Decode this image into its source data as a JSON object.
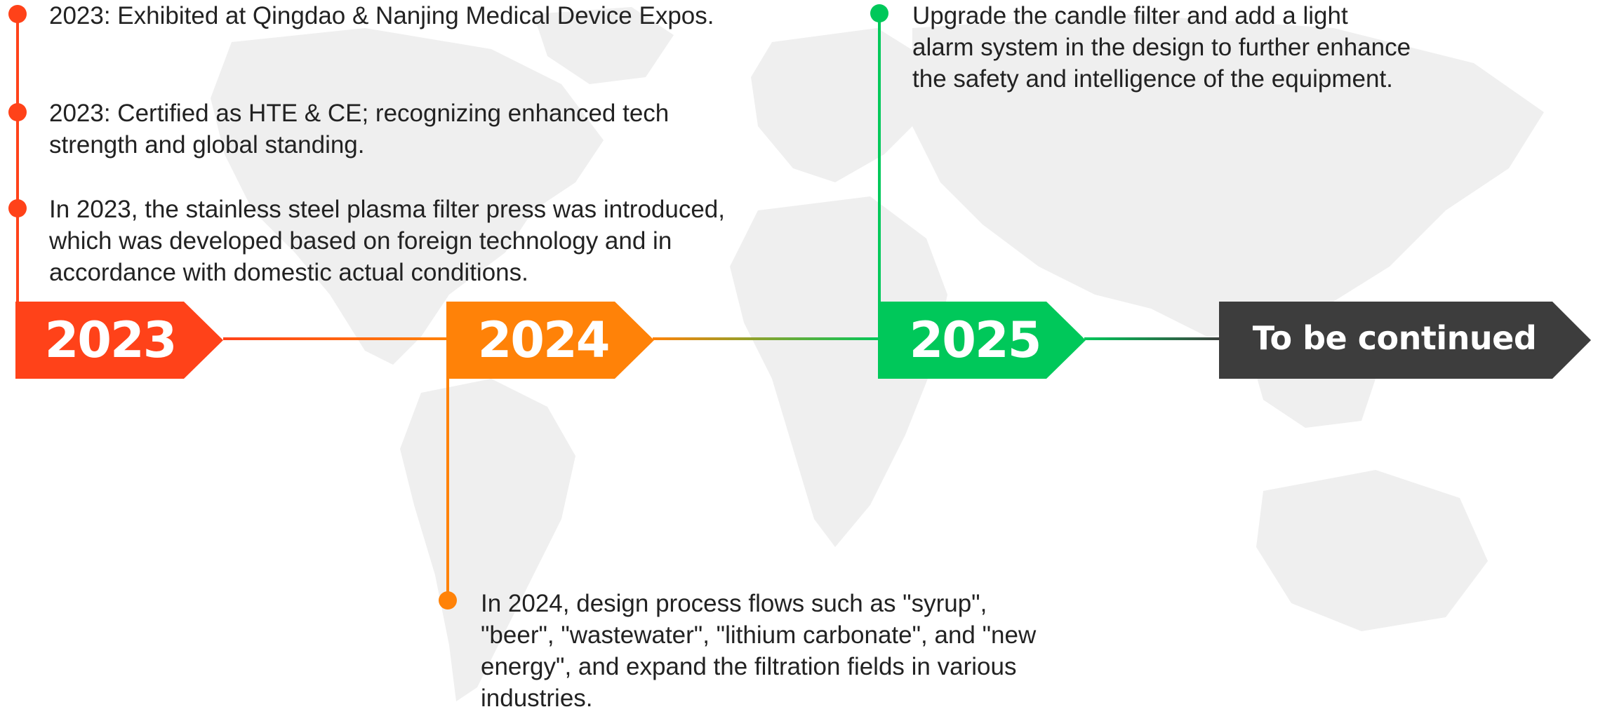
{
  "timeline": {
    "years": [
      {
        "label": "2023",
        "color": "#ff4219"
      },
      {
        "label": "2024",
        "color": "#ff8208"
      },
      {
        "label": "2025",
        "color": "#00c85a"
      },
      {
        "label": "To be continued",
        "color": "#3d3d3d"
      }
    ],
    "events_2023": [
      {
        "text": "2023: Exhibited at Qingdao & Nanjing Medical Device Expos."
      },
      {
        "text": "2023: Certified as HTE & CE; recognizing enhanced tech\nstrength and global standing."
      },
      {
        "text": "In 2023, the stainless steel plasma filter press was introduced,\nwhich was developed based on foreign technology and in\naccordance with domestic actual conditions."
      }
    ],
    "events_2024": [
      {
        "text": "In 2024, design process flows such as \"syrup\",\n\"beer\", \"wastewater\", \"lithium carbonate\", and \"new\nenergy\", and expand the filtration fields in various\nindustries."
      }
    ],
    "events_2025": [
      {
        "text": "Upgrade the candle filter and add a light\nalarm system in the design to further enhance\nthe safety and intelligence of the equipment."
      }
    ]
  }
}
